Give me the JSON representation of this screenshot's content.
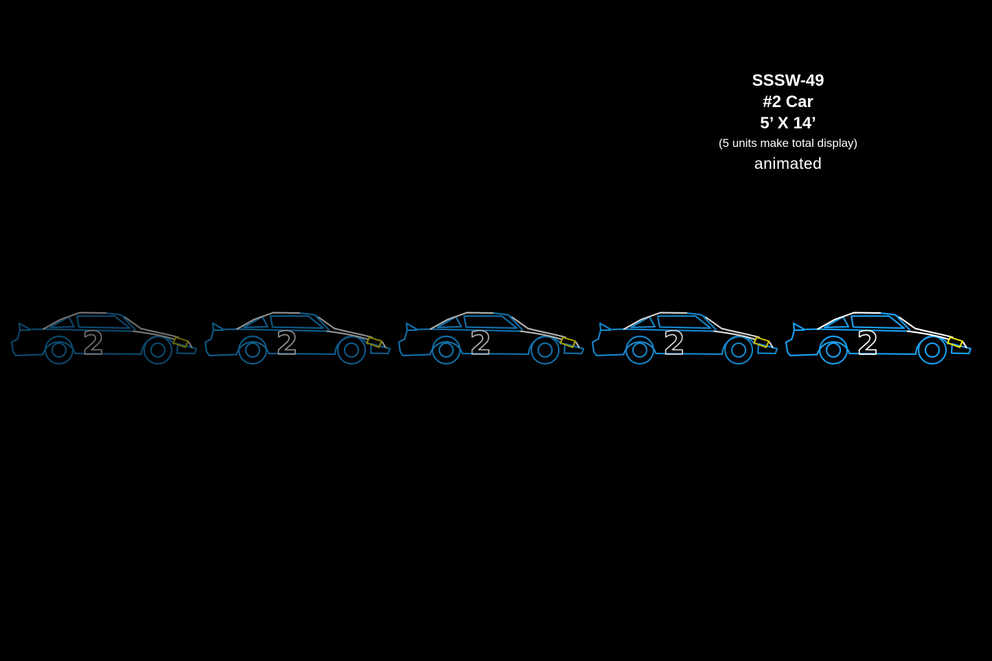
{
  "title_block": {
    "product_code": "SSSW-49",
    "product_name": "#2 Car",
    "size": "5’ X 14’",
    "units_note": "(5 units make total display)",
    "animation_label": "animated"
  },
  "display": {
    "car_number": "2",
    "colors": {
      "outline_blue": "#1b9ff0",
      "outline_white": "#ffffff",
      "headlight_yellow": "#f0e400",
      "text_white": "#ffffff",
      "background": "#000000"
    },
    "frames": [
      {
        "name": "frame-1",
        "opacity": "0.45"
      },
      {
        "name": "frame-2",
        "opacity": "0.57"
      },
      {
        "name": "frame-3",
        "opacity": "0.70"
      },
      {
        "name": "frame-4",
        "opacity": "0.84"
      },
      {
        "name": "frame-5",
        "opacity": "1"
      }
    ]
  }
}
